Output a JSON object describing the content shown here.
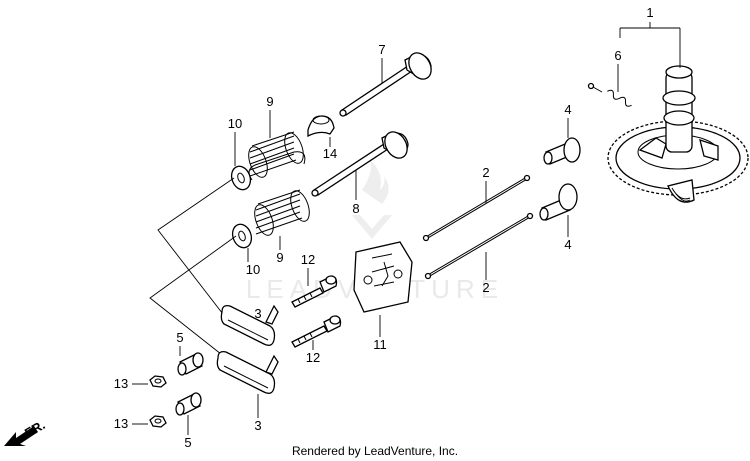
{
  "diagram": {
    "callouts": {
      "p1": "1",
      "p2a": "2",
      "p2b": "2",
      "p3a": "3",
      "p3b": "3",
      "p4a": "4",
      "p4b": "4",
      "p5a": "5",
      "p5b": "5",
      "p6": "6",
      "p7": "7",
      "p8": "8",
      "p9a": "9",
      "p9b": "9",
      "p10a": "10",
      "p10b": "10",
      "p11": "11",
      "p12a": "12",
      "p12b": "12",
      "p13a": "13",
      "p13b": "13",
      "p14": "14"
    },
    "direction_label": "FR.",
    "watermark": "LEADVENTURE",
    "credit": "Rendered by LeadVenture, Inc."
  }
}
